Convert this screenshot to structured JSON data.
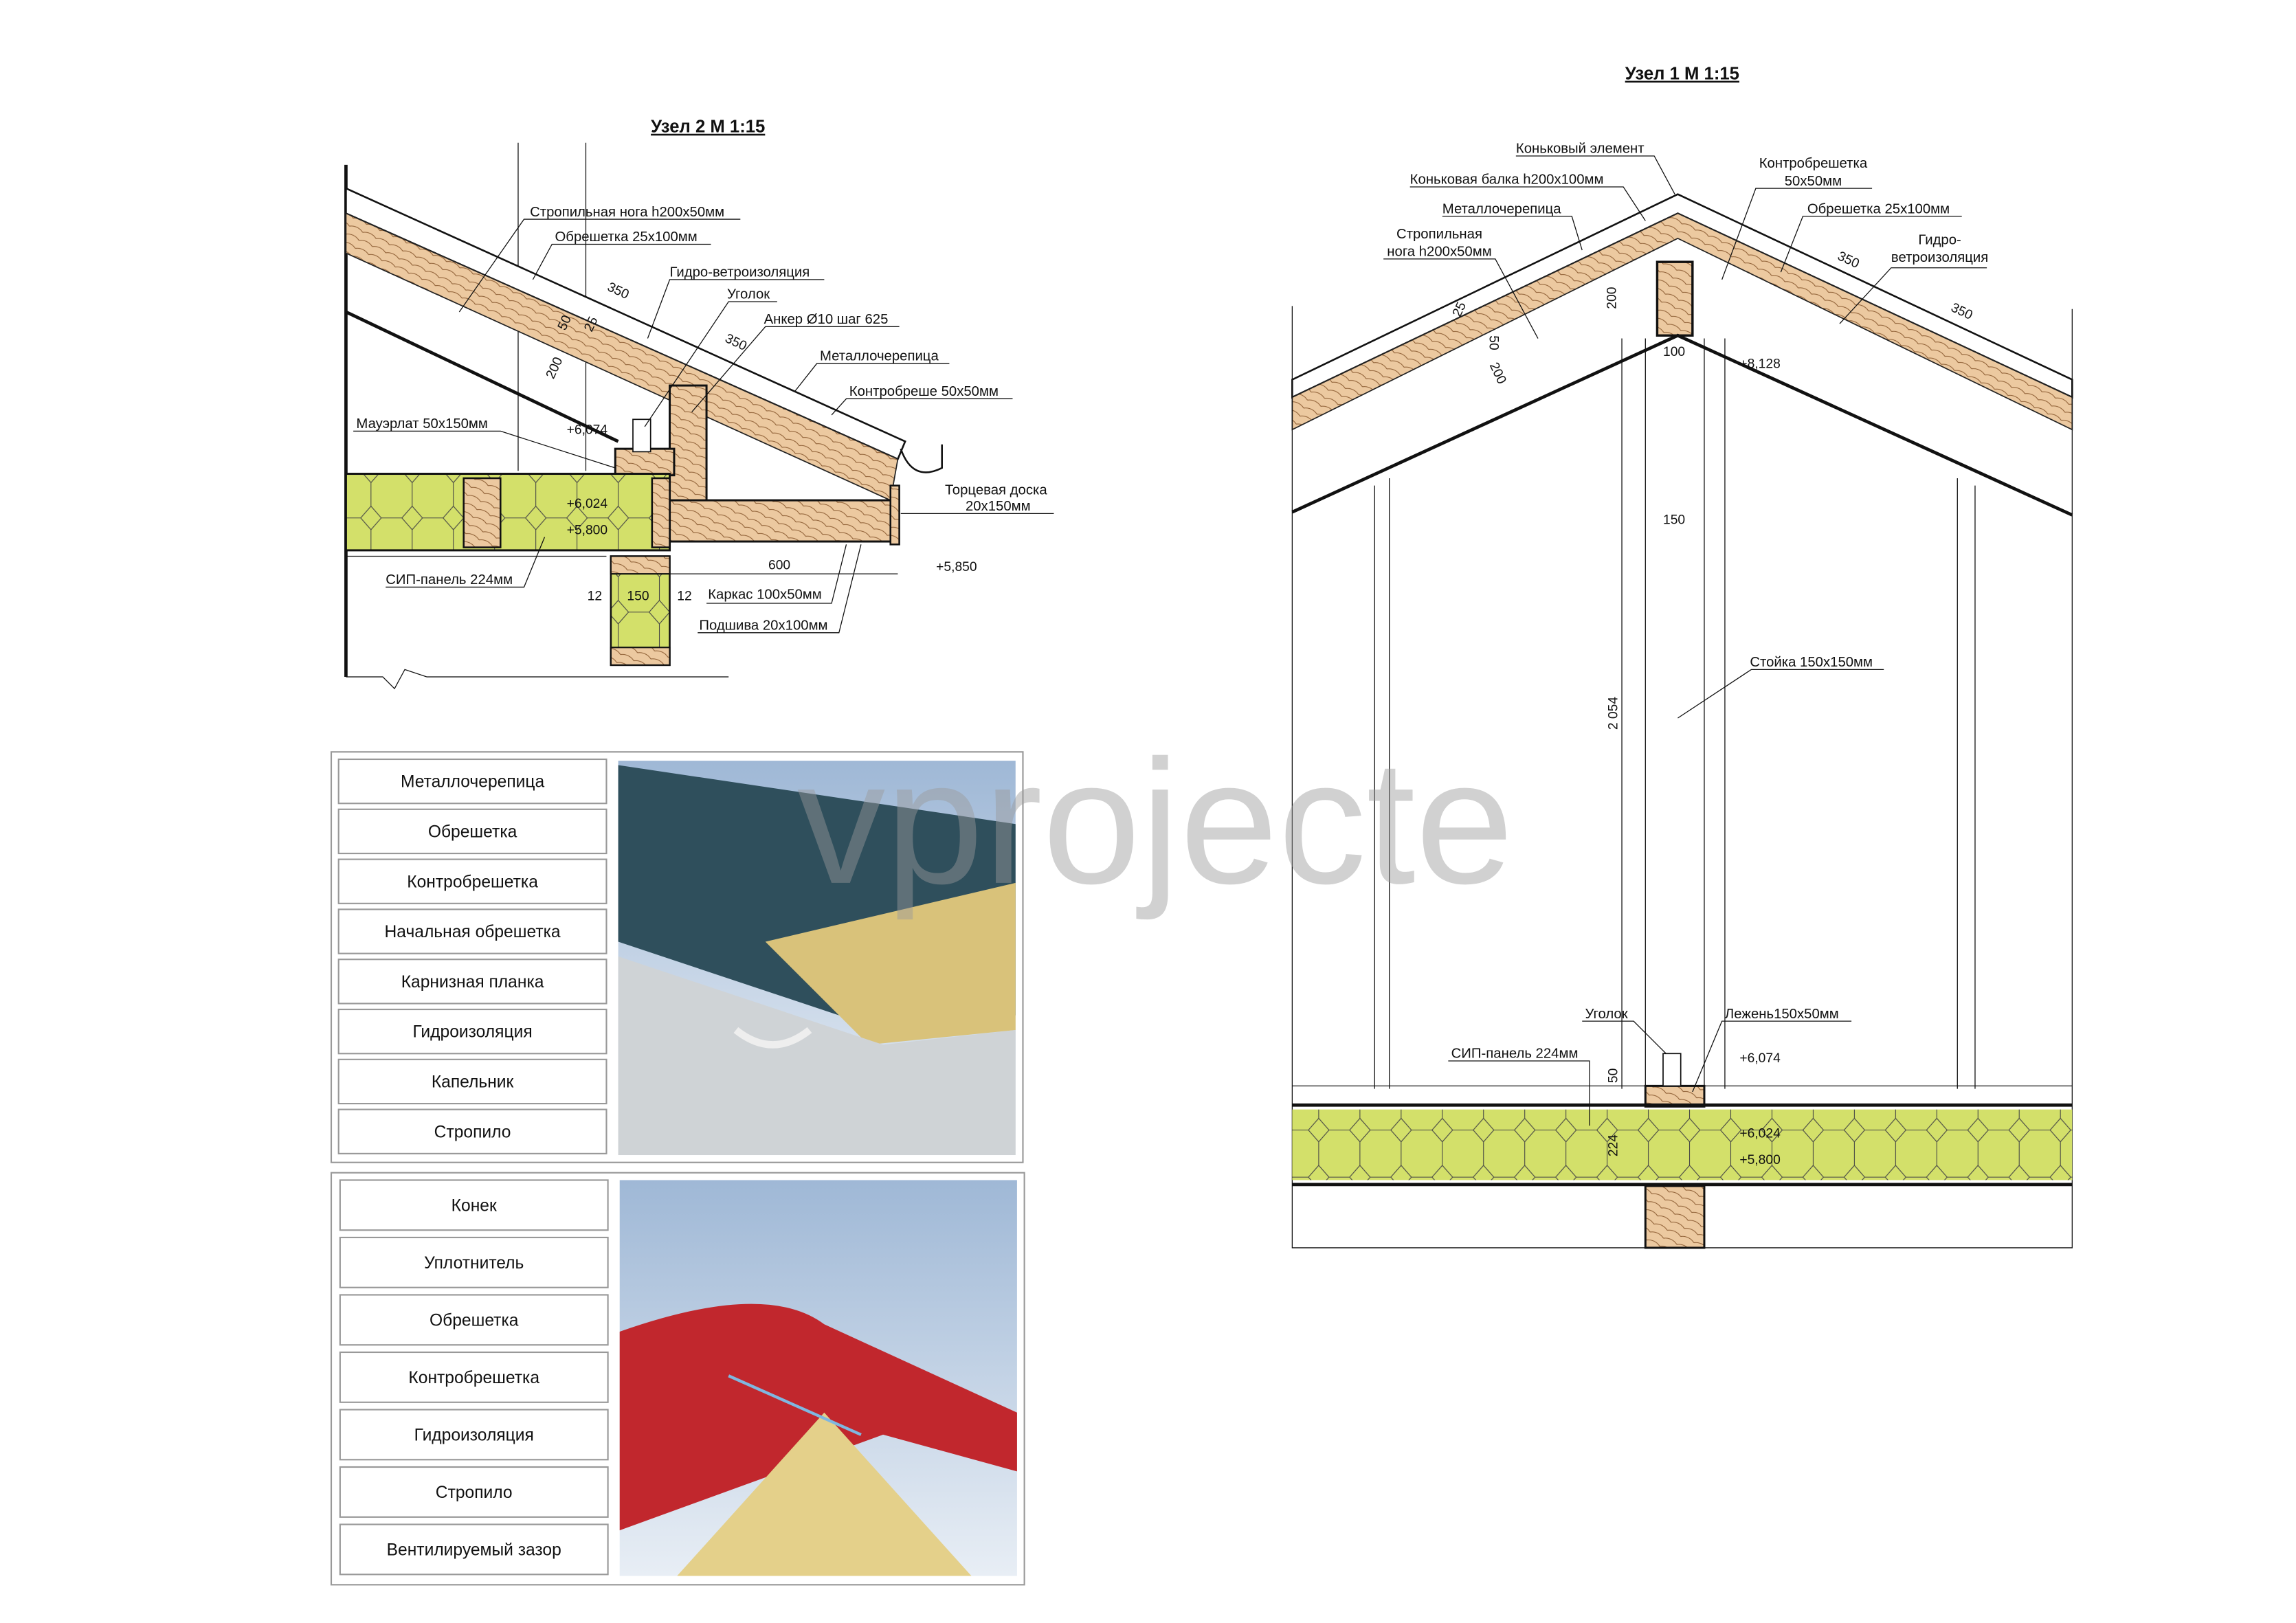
{
  "watermark": "vprojecte",
  "node2": {
    "title": "Узел 2 М 1:15",
    "labels": {
      "rafter": "Стропильная нога h200х50мм",
      "batten": "Обрешетка 25х100мм",
      "membrane": "Гидро-ветроизоляция",
      "angle": "Уголок",
      "anchor": "Анкер Ø10 шаг 625",
      "metal_tile": "Металлочерепица",
      "counter_batten": "Контробреше 50х50мм",
      "mauerlat": "Мауэрлат 50х150мм",
      "fascia": "Торцевая доска",
      "fascia_size": "20х150мм",
      "sip": "СИП-панель 224мм",
      "frame": "Каркас 100х50мм",
      "soffit": "Подшива 20х100мм"
    },
    "dims": {
      "d350a": "350",
      "d350b": "350",
      "d50": "50",
      "d25": "25",
      "d200": "200",
      "d600": "600",
      "d12a": "12",
      "d150": "150",
      "d12b": "12"
    },
    "levels": {
      "l6074": "+6,074",
      "l6024": "+6,024",
      "l5800": "+5,800",
      "l5850": "+5,850"
    }
  },
  "node1": {
    "title": "Узел 1 М 1:15",
    "labels": {
      "ridge_element": "Коньковый элемент",
      "ridge_beam": "Коньковая балка h200х100мм",
      "metal_tile": "Металлочерепица",
      "rafter_1": "Стропильная",
      "rafter_2": "нога h200х50мм",
      "counter_batten_1": "Контробрешетка",
      "counter_batten_2": "50х50мм",
      "batten": "Обрешетка 25х100мм",
      "membrane_1": "Гидро-",
      "membrane_2": "ветроизоляция",
      "post": "Стойка 150х150мм",
      "angle": "Уголок",
      "sill": "Лежень150х50мм",
      "sip": "СИП-панель 224мм"
    },
    "dims": {
      "d350a": "350",
      "d350b": "350",
      "d25": "25",
      "d50": "50",
      "d200a": "200",
      "d200b": "200",
      "d100": "100",
      "d150": "150",
      "d2054": "2 054",
      "d50b": "50",
      "d224": "224"
    },
    "levels": {
      "l8128": "+8,128",
      "l6074": "+6,074",
      "l6024": "+6,024",
      "l5800": "+5,800"
    }
  },
  "legend_eave": [
    "Металлочерепица",
    "Обрешетка",
    "Контробрешетка",
    "Начальная обрешетка",
    "Карнизная планка",
    "Гидроизоляция",
    "Капельник",
    "Стропило"
  ],
  "legend_ridge": [
    "Конек",
    "Уплотнитель",
    "Обрешетка",
    "Контробрешетка",
    "Гидроизоляция",
    "Стропило",
    "Вентилируемый зазор"
  ]
}
